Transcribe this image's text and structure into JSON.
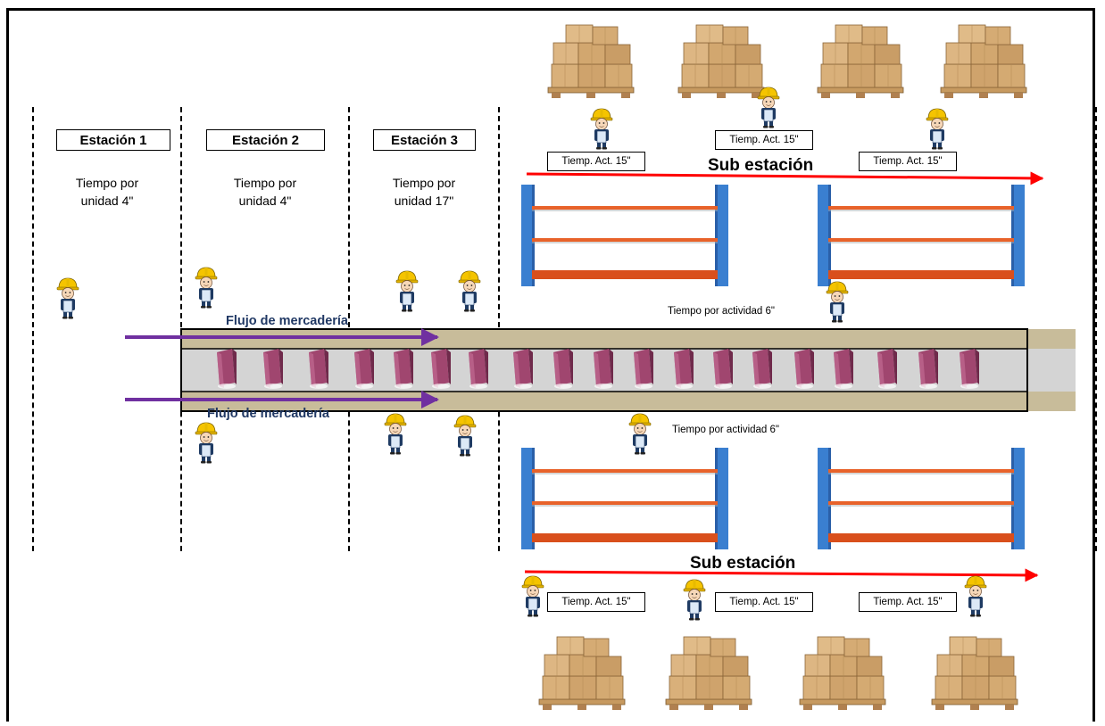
{
  "stations": [
    {
      "label": "Estación 1",
      "time": "Tiempo por unidad 4\"",
      "time_line1": "Tiempo por",
      "time_line2": "unidad 4\""
    },
    {
      "label": "Estación 2",
      "time": "Tiempo por unidad 4\"",
      "time_line1": "Tiempo por",
      "time_line2": "unidad 4\""
    },
    {
      "label": "Estación 3",
      "time": "Tiempo por unidad 17\"",
      "time_line1": "Tiempo por",
      "time_line2": "unidad 17\""
    }
  ],
  "flow": {
    "top_label": "Flujo de mercadería",
    "bottom_label": "Flujo de mercadería"
  },
  "sub_station": {
    "top": {
      "title": "Sub estación",
      "activity_times": [
        "Tiemp. Act. 15\"",
        "Tiemp. Act. 15\"",
        "Tiemp. Act. 15\""
      ],
      "shelf_activity": "Tiempo por actividad 6\""
    },
    "bottom": {
      "title": "Sub estación",
      "activity_times": [
        "Tiemp. Act. 15\"",
        "Tiemp. Act. 15\"",
        "Tiemp. Act. 15\""
      ],
      "shelf_activity": "Tiempo por actividad 6\""
    }
  },
  "colors": {
    "conveyor_belt": "#c8bc9a",
    "conveyor_roller": "#d4d4d4",
    "flow_arrow": "#7030a0",
    "sub_arrow": "#ff0000",
    "shelf_post": "#3a7fd0",
    "shelf_beam": "#e8622a",
    "package": "#a0466f",
    "helmet": "#f5c400"
  },
  "icons": {
    "worker": "worker-icon",
    "crate": "cardboard-boxes-pallet-icon",
    "shelf": "warehouse-shelf-icon",
    "package": "package-icon"
  }
}
